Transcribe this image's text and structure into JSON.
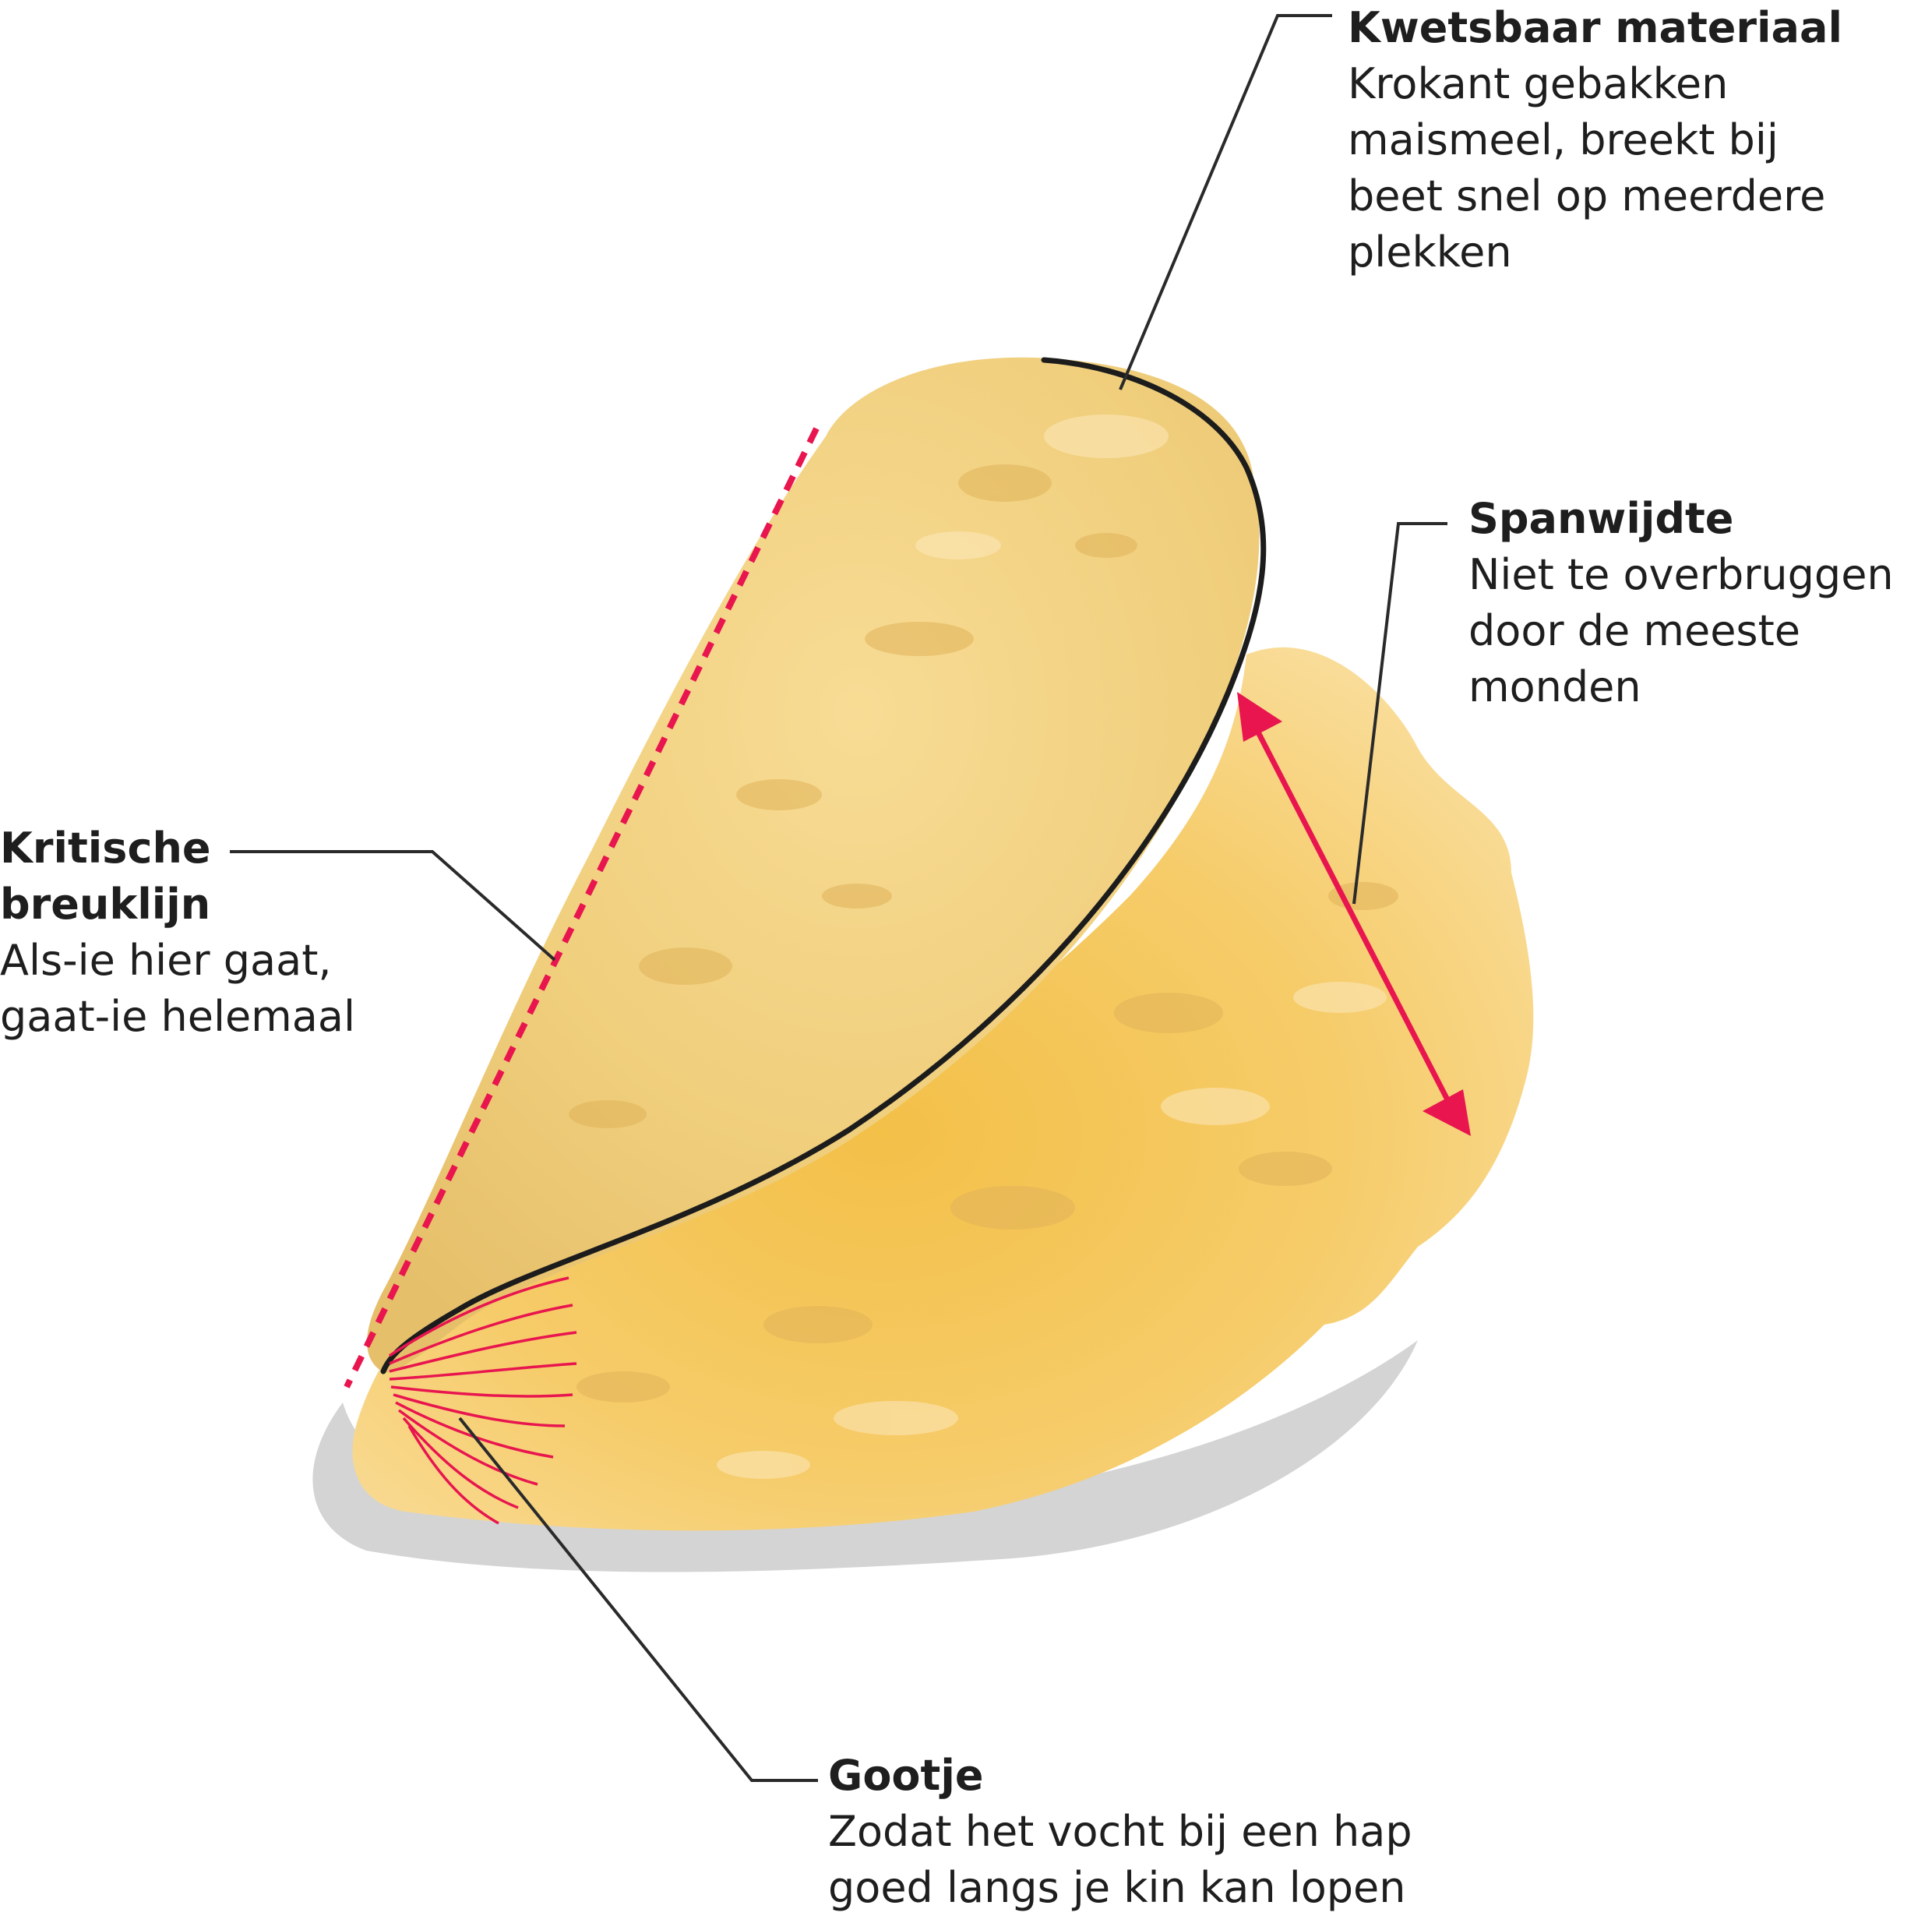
{
  "labels": {
    "kwetsbaar": {
      "title": "Kwetsbaar materiaal",
      "body": "Krokant gebakken\nmaismeel, breekt bij\nbeet snel op meerdere\nplekken"
    },
    "spanwijdte": {
      "title": "Spanwijdte",
      "body": "Niet te overbruggen\ndoor de meeste\nmonden"
    },
    "breuklijn": {
      "title": "Kritische\nbreuklijn",
      "body": "Als-ie hier gaat,\ngaat-ie helemaal"
    },
    "gootje": {
      "title": "Gootje",
      "body": "Zodat het vocht bij een hap\ngoed langs je kin kan lopen"
    }
  },
  "colors": {
    "shell_front": "#f2cf7e",
    "shell_back": "#f6c95e",
    "shell_highlight": "#f9dfa0",
    "shadow": "#d4d4d4",
    "fold_line": "#1c1c1c",
    "accent_red": "#e8154f",
    "leader_line": "#2a2a2a",
    "text": "#1e1e1e"
  }
}
